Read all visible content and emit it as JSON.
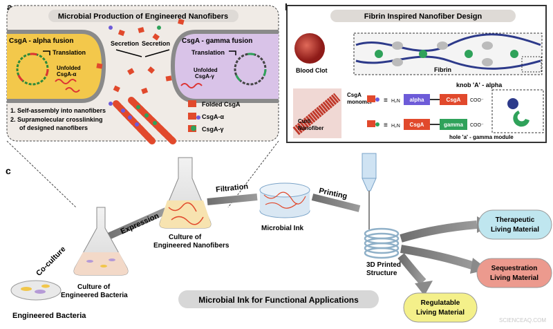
{
  "panel_a": {
    "letter": "a",
    "title": "Microbial Production of Engineered Nanofibers",
    "alpha_fusion": "CsgA - alpha fusion",
    "gamma_fusion": "CsgA - gamma fusion",
    "translation_left": "Translation",
    "translation_right": "Translation",
    "unfolded_alpha_1": "Unfolded",
    "unfolded_alpha_2": "CsgA-α",
    "unfolded_gamma_1": "Unfolded",
    "unfolded_gamma_2": "CsgA-γ",
    "secretion_left": "Secretion",
    "secretion_right": "Secretion",
    "step1": "1.  Self-assembly into nanofibers",
    "step2a": "2.  Supramolecular crosslinking",
    "step2b": "of designed nanofibers",
    "legend": [
      "Folded CsgA",
      "CsgA-α",
      "CsgA-γ"
    ]
  },
  "panel_b": {
    "letter": "b",
    "title": "Fibrin Inspired Nanofiber Design",
    "blood_clot": "Blood Clot",
    "fibrin": "Fibrin",
    "csga_monomer_1": "CsgA",
    "csga_monomer_2": "monomer",
    "curli_1": "Curli",
    "curli_2": "Nanofiber",
    "knob": "knob 'A' - alpha",
    "hole": "hole 'a' - gamma module",
    "construct1": {
      "equiv": "≡",
      "n": "H₂N",
      "d1": "alpha",
      "d2": "CsgA",
      "c": "COO⁻"
    },
    "construct2": {
      "equiv": "≡",
      "n": "H₂N",
      "d1": "CsgA",
      "d2": "gamma",
      "c": "COO⁻"
    }
  },
  "panel_c": {
    "letter": "c",
    "engineered_bacteria": "Engineered Bacteria",
    "co_culture": "Co-culture",
    "culture_bacteria_1": "Culture of",
    "culture_bacteria_2": "Engineered Bacteria",
    "expression": "Expression",
    "culture_nano_1": "Culture of",
    "culture_nano_2": "Engineered Nanofibers",
    "filtration": "Filtration",
    "microbial_ink": "Microbial Ink",
    "printing": "Printing",
    "printed_1": "3D Printed",
    "printed_2": "Structure",
    "banner": "Microbial Ink for Functional Applications",
    "outputs": [
      {
        "line1": "Therapeutic",
        "line2": "Living Material",
        "color": "#bfe6ef"
      },
      {
        "line1": "Sequestration",
        "line2": "Living Material",
        "color": "#ec9a8e"
      },
      {
        "line1": "Regulatable",
        "line2": "Living Material",
        "color": "#f4f08a"
      }
    ]
  },
  "watermark": "SCIENCEAQ.COM",
  "colors": {
    "csga_red": "#e1492c",
    "alpha_purple": "#6d5bd8",
    "gamma_green": "#2fa25a",
    "cell_purple": "#d9c3e8",
    "cell_yellow": "#f1c64a"
  }
}
